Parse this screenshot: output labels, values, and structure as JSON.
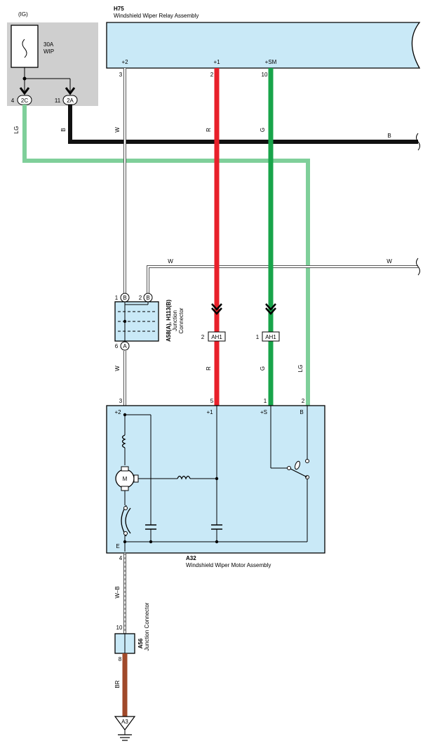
{
  "colors": {
    "wire_red": "#e8202a",
    "wire_green": "#18a44a",
    "wire_lightgreen": "#7fcf9a",
    "wire_black": "#111111",
    "wire_brown": "#a0492a",
    "component_fill": "#c9e9f7",
    "fuse_box_fill": "#cfcfcf"
  },
  "fuse": {
    "ig_label": "(IG)",
    "rating": "30A",
    "name": "WIP",
    "conn_2c_pin": "4",
    "conn_2c": "2C",
    "conn_2a_pin": "11",
    "conn_2a": "2A"
  },
  "relay": {
    "code": "H75",
    "name": "Windshield Wiper Relay Assembly",
    "term_p2": "+2",
    "term_p1": "+1",
    "term_psm": "+SM",
    "pin_p2": "3",
    "pin_p1": "2",
    "pin_psm": "10"
  },
  "wires": {
    "lg": "LG",
    "b": "B",
    "w": "W",
    "r": "R",
    "g": "G",
    "b_right": "B",
    "w_branch": "W",
    "w_right": "W",
    "w_lower": "W",
    "r_lower": "R",
    "g_lower": "G",
    "lg_lower": "LG",
    "wb": "W–B",
    "br": "BR"
  },
  "junction": {
    "code": "A58(A), H113(B)",
    "line1": "Junction",
    "line2": "Connector",
    "pin1": "1",
    "pin2": "2",
    "pin6": "6",
    "conn_b1": "B",
    "conn_b2": "B",
    "conn_a": "A"
  },
  "ah1": {
    "pin_left": "2",
    "label_left": "AH1",
    "pin_right": "1",
    "label_right": "AH1"
  },
  "motor": {
    "code": "A32",
    "name": "Windshield Wiper Motor Assembly",
    "pin_p2": "3",
    "pin_p1": "5",
    "pin_ps": "1",
    "pin_b": "2",
    "term_p2": "+2",
    "term_p1": "+1",
    "term_ps": "+S",
    "term_b": "B",
    "term_e": "E",
    "motor_symbol": "M",
    "pin_e": "4"
  },
  "junction2": {
    "code": "A56",
    "name": "Junction Connector",
    "pin_top": "10",
    "pin_bottom": "8"
  },
  "ground": {
    "label": "A3"
  }
}
